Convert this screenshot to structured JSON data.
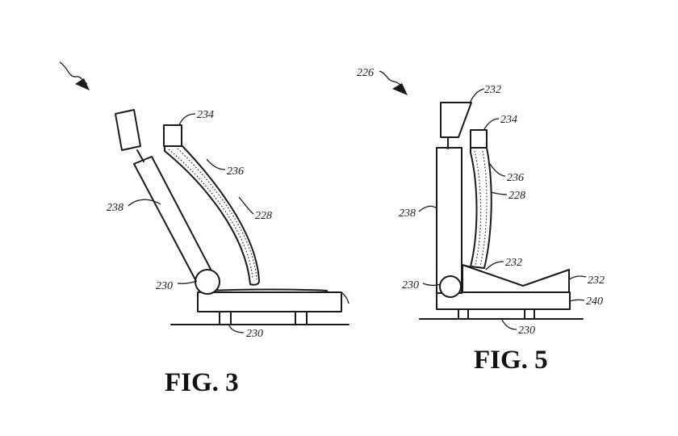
{
  "figures": [
    {
      "title": "FIG. 3",
      "refs": {
        "seatback": "238",
        "sensor": "234",
        "cushion_strip": "236",
        "cover": "228",
        "pivot": "230",
        "base": "230"
      }
    },
    {
      "title": "FIG. 5",
      "refs": {
        "assembly": "226",
        "headrest": "232",
        "sensor": "234",
        "cushion_strip": "236",
        "cover": "228",
        "seatback": "238",
        "pivot": "230",
        "wedge": "232",
        "wedge_right": "232",
        "base_pad": "240",
        "floor": "230"
      }
    }
  ]
}
